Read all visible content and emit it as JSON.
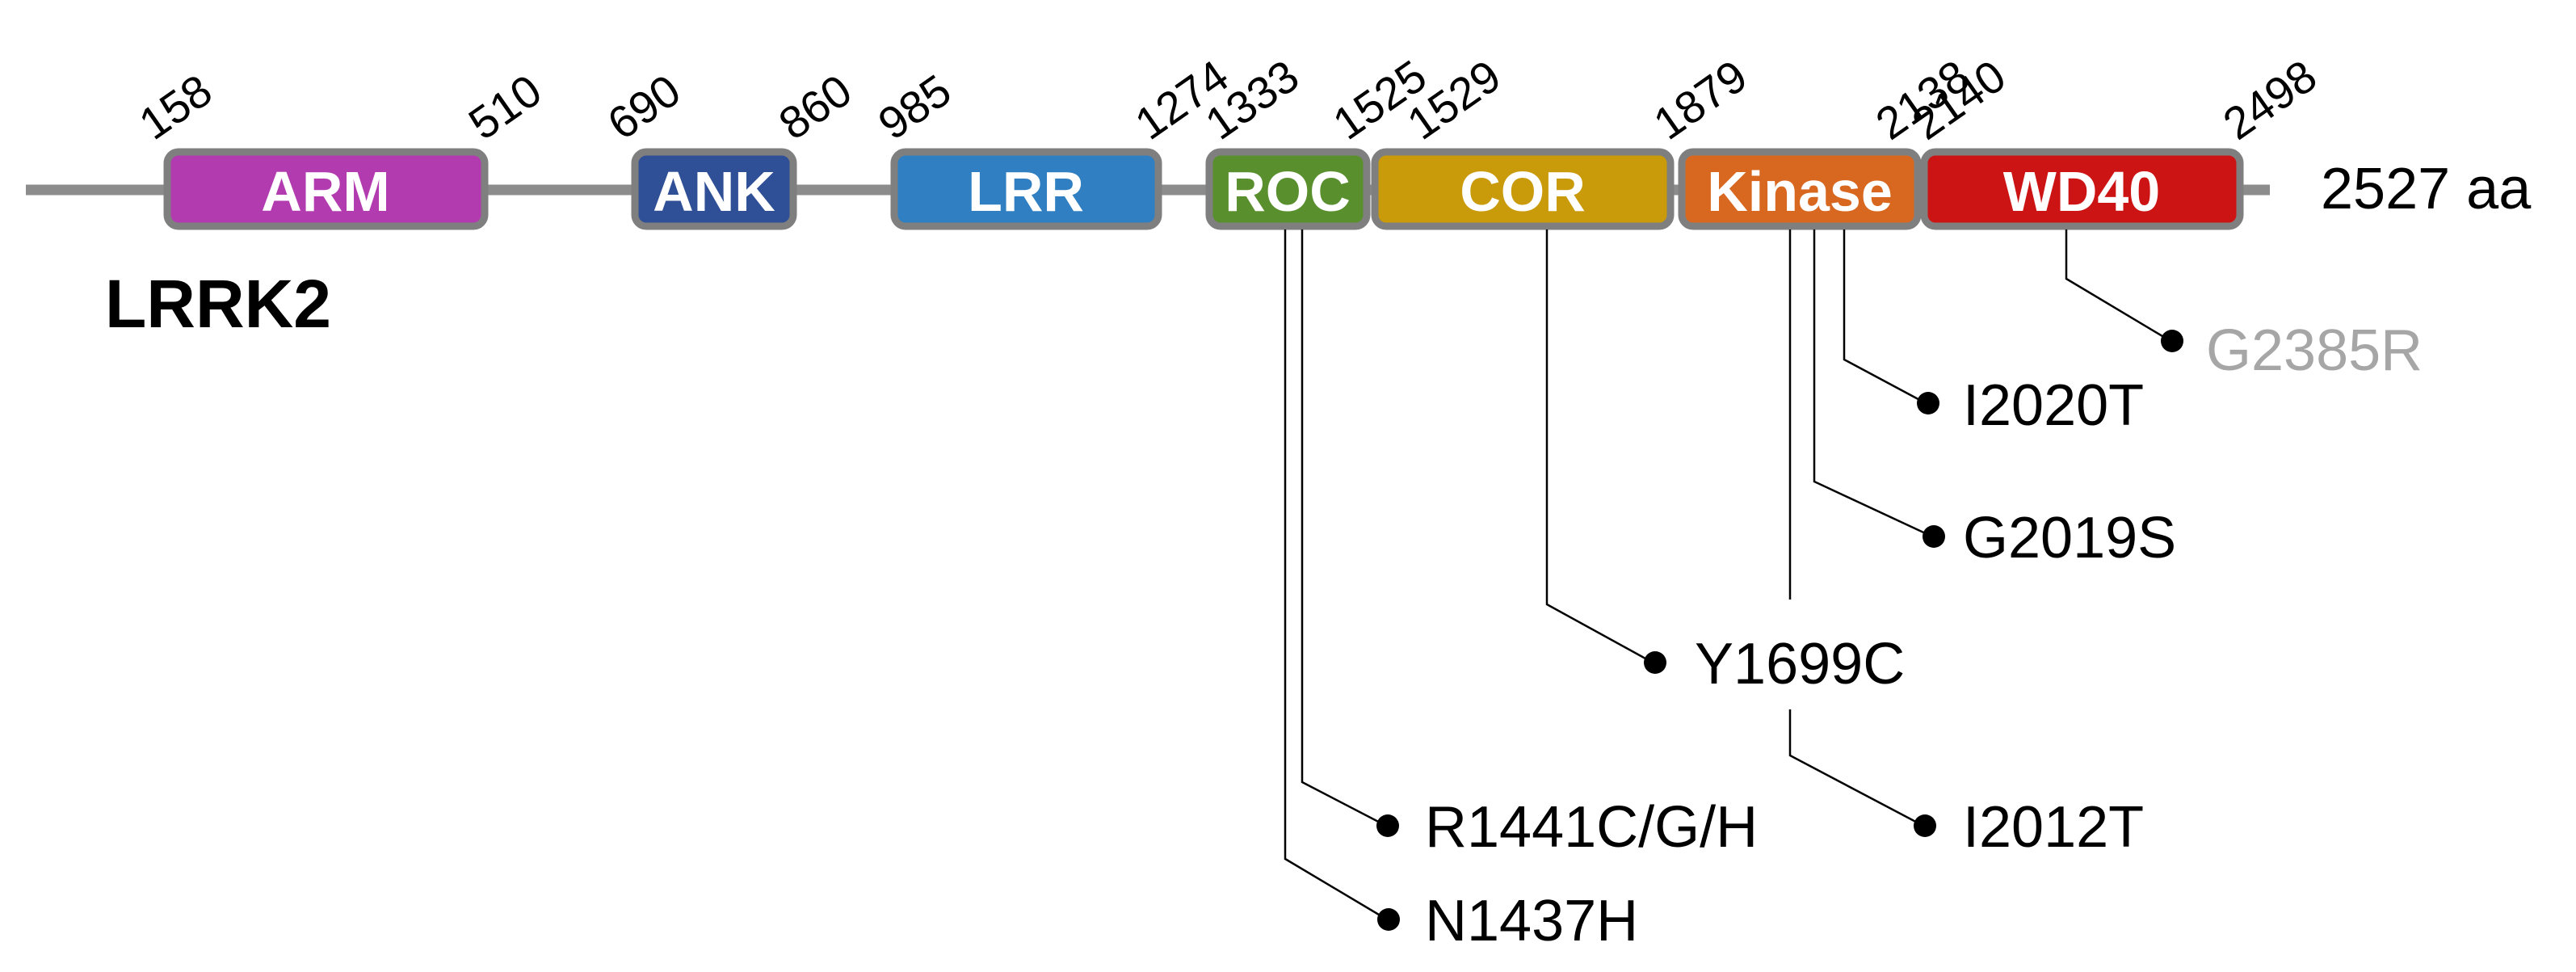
{
  "protein": {
    "name": "LRRK2",
    "length_label": "2527 aa"
  },
  "colors": {
    "backbone": "#8c8c8c",
    "domain_border": "#7f7f7f",
    "muted_text": "#a6a6a6"
  },
  "domains": [
    {
      "id": "arm",
      "label": "ARM",
      "start": "158",
      "end": "510",
      "color": "#b23bb0"
    },
    {
      "id": "ank",
      "label": "ANK",
      "start": "690",
      "end": "860",
      "color": "#2f4f96"
    },
    {
      "id": "lrr",
      "label": "LRR",
      "start": "985",
      "end": "1274",
      "color": "#2f7fc2"
    },
    {
      "id": "roc",
      "label": "ROC",
      "start": "1333",
      "end": "1525",
      "color": "#5a8f2e"
    },
    {
      "id": "cor",
      "label": "COR",
      "start": "1529",
      "end": "1879",
      "color": "#c99a0a"
    },
    {
      "id": "kinase",
      "label": "Kinase",
      "start": "",
      "end": "2138",
      "color": "#d8681f"
    },
    {
      "id": "wd40",
      "label": "WD40",
      "start": "2140",
      "end": "2498",
      "color": "#cc1414"
    }
  ],
  "mutations": [
    {
      "id": "g2385r",
      "label": "G2385R",
      "muted": true
    },
    {
      "id": "i2020t",
      "label": "I2020T",
      "muted": false
    },
    {
      "id": "g2019s",
      "label": "G2019S",
      "muted": false
    },
    {
      "id": "y1699c",
      "label": "Y1699C",
      "muted": false
    },
    {
      "id": "r1441",
      "label": "R1441C/G/H",
      "muted": false
    },
    {
      "id": "i2012t",
      "label": "I2012T",
      "muted": false
    },
    {
      "id": "n1437h",
      "label": "N1437H",
      "muted": false
    }
  ]
}
